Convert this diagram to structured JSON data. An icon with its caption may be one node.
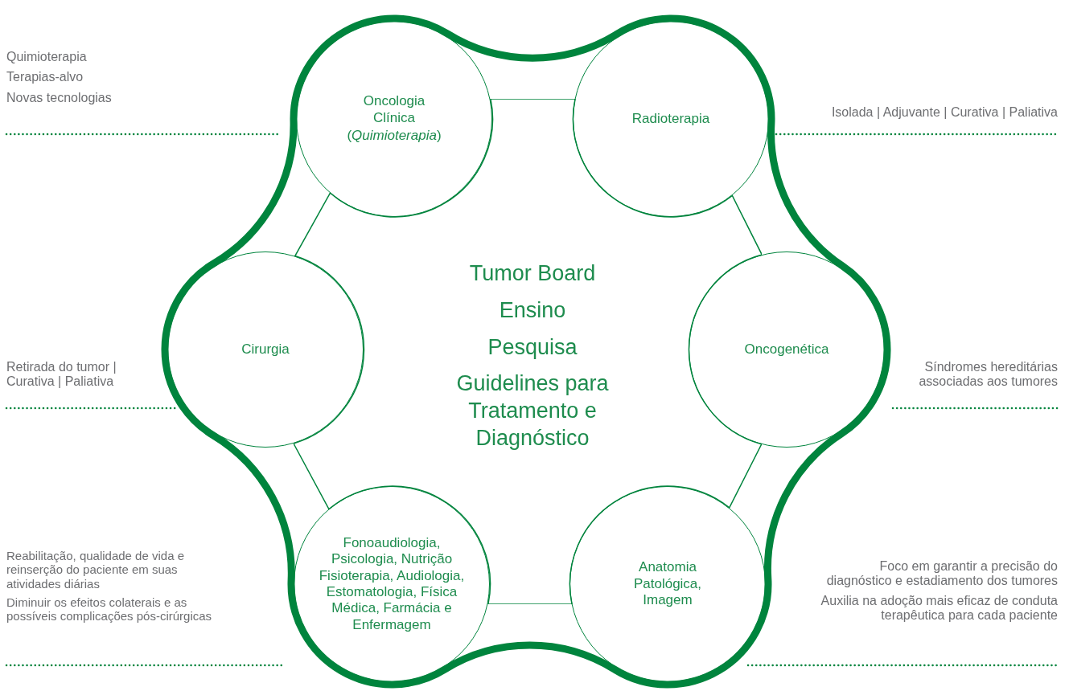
{
  "diagram": {
    "nodes": [
      {
        "text": [
          "Tumor Board",
          "Ensino",
          "Pesquisa",
          "Guidelines para Tratamento e Diagnóstico"
        ]
      },
      {
        "text": [
          "Oncologia Clínica",
          "(*Quimioterapia*)"
        ],
        "beside": [
          "Quimioterapia",
          "Terapias-alvo",
          "Novas tecnologias"
        ]
      },
      {
        "text": [
          "Radioterapia"
        ]
      },
      {
        "text": [
          "Cirurgia"
        ],
        "beside": [
          "Retirada do tumor | Curativa | Paliativa"
        ]
      },
      {
        "text": [
          "Oncogenética"
        ],
        "beside": [
          "Síndromes hereditárias associadas aos tumores"
        ]
      },
      {
        "text": [
          "Fonoaudiologia, Psicologia, Nutrição Fisioterapia, Audiologia, Estomatologia, Física Médica, Farmácia e Enfermagem"
        ],
        "beside": [
          "Reabilitação, qualidade de vida e reinserção do paciente em suas atividades diárias",
          "Diminuir os efeitos colaterais e as possíveis complicações pós-cirúrgicas"
        ]
      },
      {
        "text": [
          "Anatomia Patológica, Imagem"
        ],
        "beside": [
          "Foco em garantir a precisão do diagnóstico e estadiamento dos tumores",
          "Auxilia na adoção mais eficaz de conduta terapêutica para cada paciente"
        ]
      }
    ],
    "labels": [
      "Isolada | Adjuvante | Curativa | Paliativa"
    ]
  }
}
